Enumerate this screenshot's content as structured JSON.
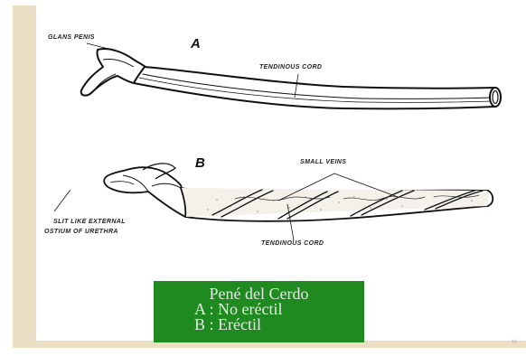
{
  "figure": {
    "label_a": "A",
    "label_b": "B",
    "glans_penis": "GLANS PENIS",
    "tendinous_cord_a": "TENDINOUS CORD",
    "small_veins": "SMALL VEINS",
    "slit_line1": "SLIT LIKE EXTERNAL",
    "slit_line2": "OSTIUM OF URETHRA",
    "tendinous_cord_b": "TENDINOUS CORD"
  },
  "caption": {
    "title": "Pené del Cerdo",
    "line_a": "A :  No eréctil",
    "line_b": "B :  Eréctil"
  },
  "page_number": "46",
  "colors": {
    "caption_bg": "#1f8a1f",
    "side_strip": "#eadfc4"
  }
}
